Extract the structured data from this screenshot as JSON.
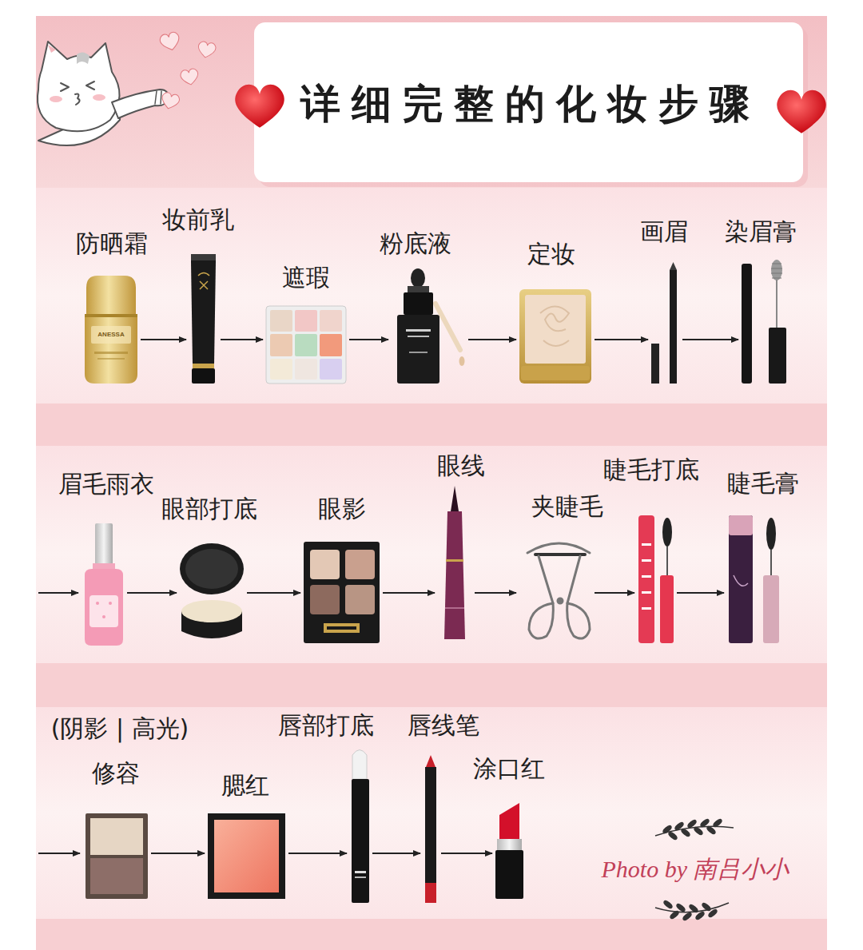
{
  "diagram": {
    "title": "详细完整的化妆步骤",
    "caption": "Photo by 南吕小小",
    "nodes": [
      {
        "text": [
          "防晒霜"
        ]
      },
      {
        "text": [
          "妆前乳"
        ]
      },
      {
        "text": [
          "遮瑕"
        ]
      },
      {
        "text": [
          "粉底液"
        ]
      },
      {
        "text": [
          "定妆"
        ]
      },
      {
        "text": [
          "画眉"
        ]
      },
      {
        "text": [
          "染眉膏"
        ]
      },
      {
        "text": [
          "眉毛雨衣"
        ]
      },
      {
        "text": [
          "眼部打底"
        ]
      },
      {
        "text": [
          "眼影"
        ]
      },
      {
        "text": [
          "眼线"
        ]
      },
      {
        "text": [
          "夹睫毛"
        ]
      },
      {
        "text": [
          "睫毛打底"
        ]
      },
      {
        "text": [
          "睫毛膏"
        ]
      },
      {
        "text": [
          "(阴影 | 高光)",
          "修容"
        ]
      },
      {
        "text": [
          "腮红"
        ]
      },
      {
        "text": [
          "唇部打底"
        ]
      },
      {
        "text": [
          "唇线笔"
        ]
      },
      {
        "text": [
          "涂口红"
        ]
      }
    ],
    "edges": [
      {
        "from": 0,
        "to": 1,
        "arrow": "to"
      },
      {
        "from": 1,
        "to": 2,
        "arrow": "to"
      },
      {
        "from": 2,
        "to": 3,
        "arrow": "to"
      },
      {
        "from": 3,
        "to": 4,
        "arrow": "to"
      },
      {
        "from": 4,
        "to": 5,
        "arrow": "to"
      },
      {
        "from": 5,
        "to": 6,
        "arrow": "to"
      },
      {
        "from": 7,
        "to": 8,
        "arrow": "to"
      },
      {
        "from": 8,
        "to": 9,
        "arrow": "to"
      },
      {
        "from": 9,
        "to": 10,
        "arrow": "to"
      },
      {
        "from": 10,
        "to": 11,
        "arrow": "to"
      },
      {
        "from": 11,
        "to": 12,
        "arrow": "to"
      },
      {
        "from": 12,
        "to": 13,
        "arrow": "to"
      },
      {
        "from": 14,
        "to": 15,
        "arrow": "to"
      },
      {
        "from": 15,
        "to": 16,
        "arrow": "to"
      },
      {
        "from": 16,
        "to": 17,
        "arrow": "to"
      },
      {
        "from": 17,
        "to": 18,
        "arrow": "to"
      }
    ],
    "labels": [
      "ANESSA"
    ]
  }
}
